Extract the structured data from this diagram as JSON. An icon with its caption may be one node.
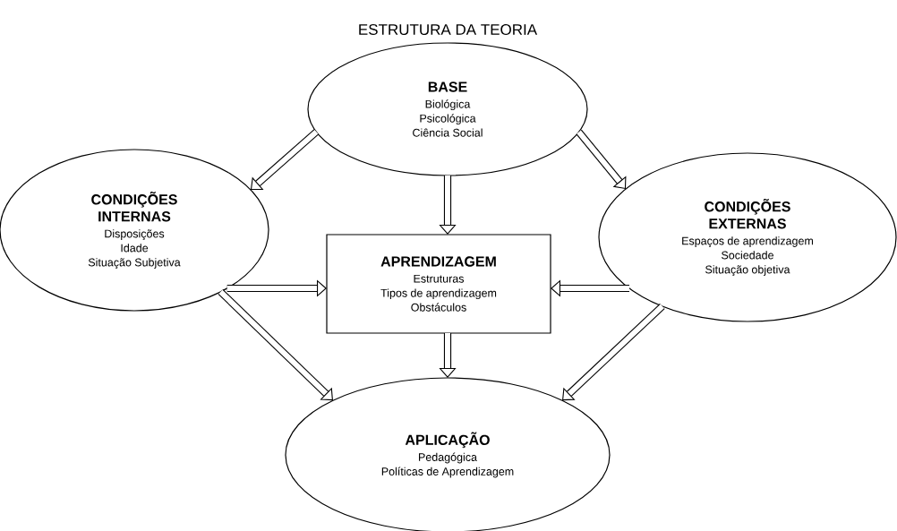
{
  "diagram": {
    "title": "ESTRUTURA DA TEORIA",
    "nodes": [
      {
        "text": [
          "BASE",
          "Biológica",
          "Psicológica",
          "Ciência Social"
        ]
      },
      {
        "text": [
          "CONDIÇÕES INTERNAS",
          "Disposições",
          "Idade",
          "Situação Subjetiva"
        ]
      },
      {
        "text": [
          "APRENDIZAGEM",
          "Estruturas",
          "Tipos de aprendizagem",
          "Obstáculos"
        ]
      },
      {
        "text": [
          "CONDIÇÕES EXTERNAS",
          "Espaços de aprendizagem",
          "Sociedade",
          "Situação objetiva"
        ]
      },
      {
        "text": [
          "APLICAÇÃO",
          "Pedagógica",
          "Políticas de Aprendizagem"
        ]
      }
    ],
    "edges": [
      {
        "from": 0,
        "to": 2,
        "arrow": "to"
      },
      {
        "from": 0,
        "to": 1,
        "arrow": "to"
      },
      {
        "from": 0,
        "to": 3,
        "arrow": "to"
      },
      {
        "from": 1,
        "to": 2,
        "arrow": "to"
      },
      {
        "from": 3,
        "to": 2,
        "arrow": "to"
      },
      {
        "from": 1,
        "to": 4,
        "arrow": "to"
      },
      {
        "from": 2,
        "to": 4,
        "arrow": "to"
      },
      {
        "from": 3,
        "to": 4,
        "arrow": "to"
      }
    ]
  }
}
